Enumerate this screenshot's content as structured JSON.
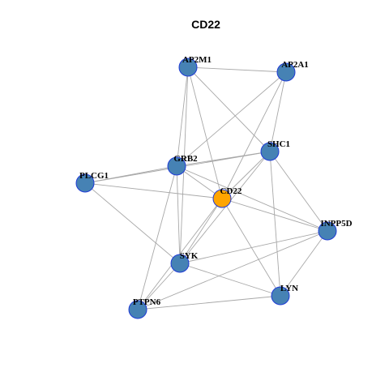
{
  "title": "CD22",
  "colors": {
    "node_fill": "#4682b4",
    "focus_fill": "#ffa500",
    "node_stroke": "#1f3bd6",
    "edge": "#a8a8a8"
  },
  "nodes": [
    {
      "id": "AP2M1",
      "label": "AP2M1",
      "focus": false
    },
    {
      "id": "AP2A1",
      "label": "AP2A1",
      "focus": false
    },
    {
      "id": "SHC1",
      "label": "SHC1",
      "focus": false
    },
    {
      "id": "GRB2",
      "label": "GRB2",
      "focus": false
    },
    {
      "id": "PLCG1",
      "label": "PLCG1",
      "focus": false
    },
    {
      "id": "CD22",
      "label": "CD22",
      "focus": true
    },
    {
      "id": "INPP5D",
      "label": "INPP5D",
      "focus": false
    },
    {
      "id": "SYK",
      "label": "SYK",
      "focus": false
    },
    {
      "id": "LYN",
      "label": "LYN",
      "focus": false
    },
    {
      "id": "PTPN6",
      "label": "PTPN6",
      "focus": false
    }
  ],
  "edges": [
    [
      "AP2M1",
      "AP2A1"
    ],
    [
      "AP2M1",
      "GRB2"
    ],
    [
      "AP2M1",
      "CD22"
    ],
    [
      "AP2M1",
      "SHC1"
    ],
    [
      "AP2M1",
      "SYK"
    ],
    [
      "AP2A1",
      "GRB2"
    ],
    [
      "AP2A1",
      "CD22"
    ],
    [
      "AP2A1",
      "SHC1"
    ],
    [
      "SHC1",
      "GRB2"
    ],
    [
      "SHC1",
      "PLCG1"
    ],
    [
      "SHC1",
      "CD22"
    ],
    [
      "SHC1",
      "INPP5D"
    ],
    [
      "SHC1",
      "LYN"
    ],
    [
      "SHC1",
      "SYK"
    ],
    [
      "GRB2",
      "PLCG1"
    ],
    [
      "GRB2",
      "CD22"
    ],
    [
      "GRB2",
      "SYK"
    ],
    [
      "GRB2",
      "PTPN6"
    ],
    [
      "GRB2",
      "INPP5D"
    ],
    [
      "PLCG1",
      "CD22"
    ],
    [
      "PLCG1",
      "SYK"
    ],
    [
      "CD22",
      "SYK"
    ],
    [
      "CD22",
      "PTPN6"
    ],
    [
      "CD22",
      "LYN"
    ],
    [
      "CD22",
      "INPP5D"
    ],
    [
      "INPP5D",
      "SYK"
    ],
    [
      "INPP5D",
      "LYN"
    ],
    [
      "INPP5D",
      "PTPN6"
    ],
    [
      "SYK",
      "LYN"
    ],
    [
      "SYK",
      "PTPN6"
    ],
    [
      "LYN",
      "PTPN6"
    ]
  ]
}
